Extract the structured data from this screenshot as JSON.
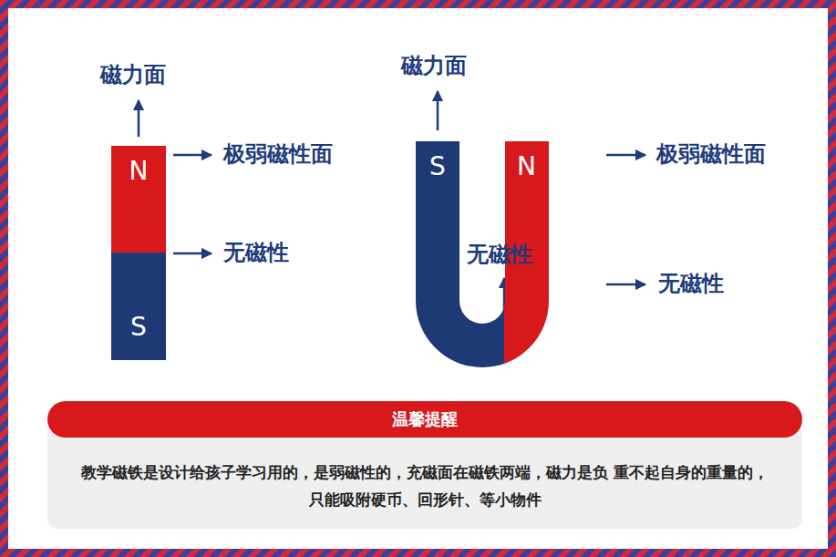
{
  "diagram": {
    "nodes": [
      {
        "text": [
          "N"
        ]
      },
      {
        "text": [
          "S"
        ]
      },
      {
        "text": [
          "S"
        ]
      },
      {
        "text": [
          "N"
        ]
      },
      {
        "text": [
          "温馨提醒"
        ]
      },
      {
        "text": [
          "教学磁铁是设计给孩子学习用的，是弱磁性的，充磁面在磁铁两端，磁力是负 重不起自身的重量的，只能吸附硬币、回形针、等小物件"
        ]
      }
    ],
    "labels": [
      "磁力面",
      "极弱磁性面",
      "无磁性",
      "磁力面",
      "极弱磁性面",
      "无磁性",
      "无磁性"
    ]
  }
}
